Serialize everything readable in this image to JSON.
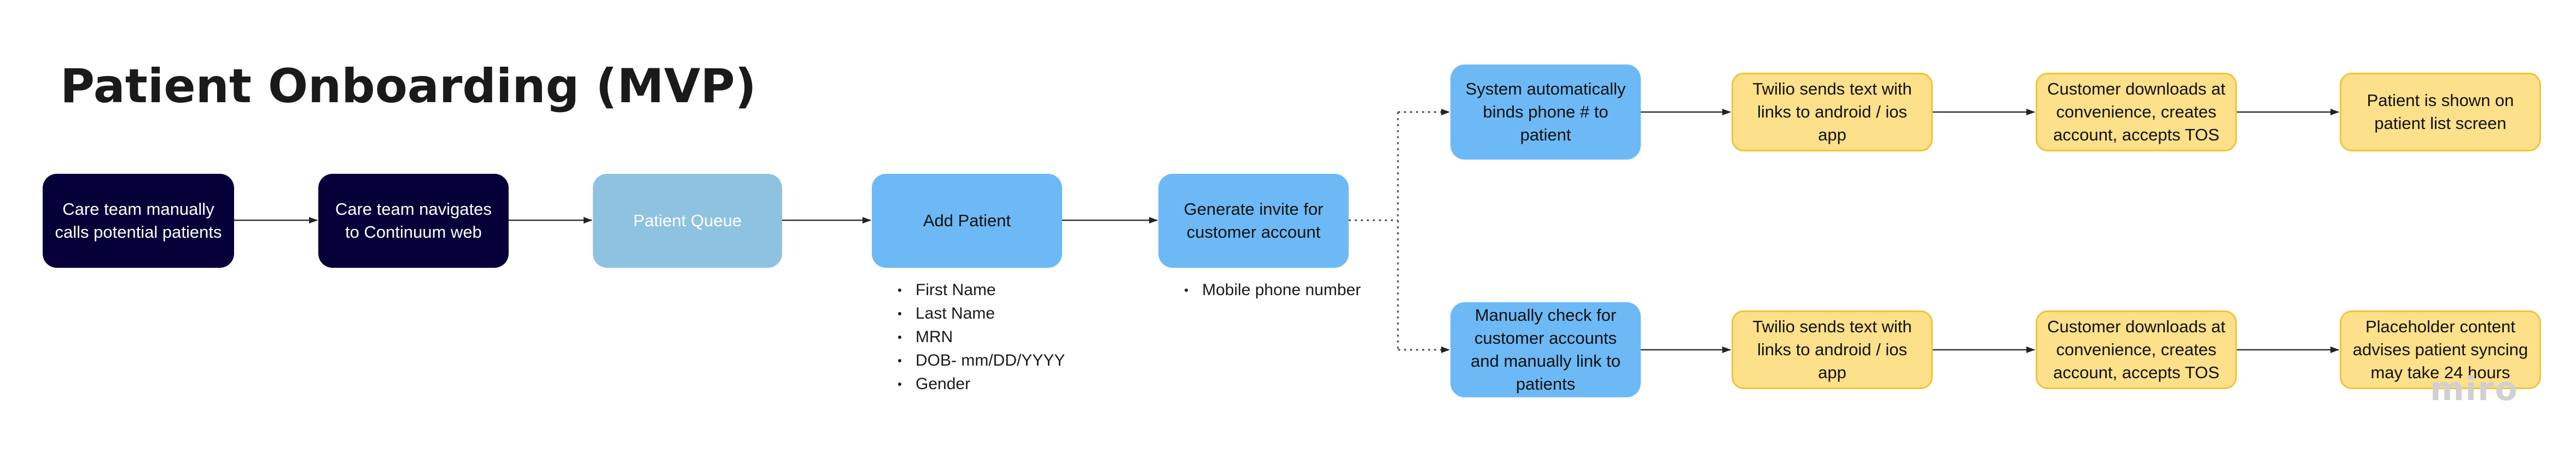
{
  "title": "Patient Onboarding (MVP)",
  "nodes": {
    "care_calls": "Care team manually calls potential patients",
    "care_navigates": "Care team navigates to Continuum web",
    "patient_queue": "Patient Queue",
    "add_patient": "Add Patient",
    "generate_invite": "Generate invite for customer account",
    "system_binds": "System automatically binds phone # to patient",
    "twilio_top": "Twilio sends text with links to android / ios app",
    "downloads_top": "Customer downloads at convenience, creates account, accepts TOS",
    "shown_list": "Patient is shown on patient list screen",
    "manual_check": "Manually check for customer accounts and manually link to patients",
    "twilio_bottom": "Twilio sends text with links to android / ios app",
    "downloads_bottom": "Customer downloads at convenience, creates account, accepts TOS",
    "placeholder": "Placeholder content advises patient syncing may take 24 hours"
  },
  "add_patient_fields": [
    "First Name",
    "Last Name",
    "MRN",
    "DOB- mm/DD/YYYY",
    "Gender"
  ],
  "invite_fields": [
    "Mobile phone number"
  ],
  "watermark": "miro",
  "colors": {
    "dark": "#050038",
    "light_blue": "#8dc3e1",
    "blue": "#6db9f5",
    "yellow": "#fde08a",
    "yellow_border": "#f3c23a"
  }
}
